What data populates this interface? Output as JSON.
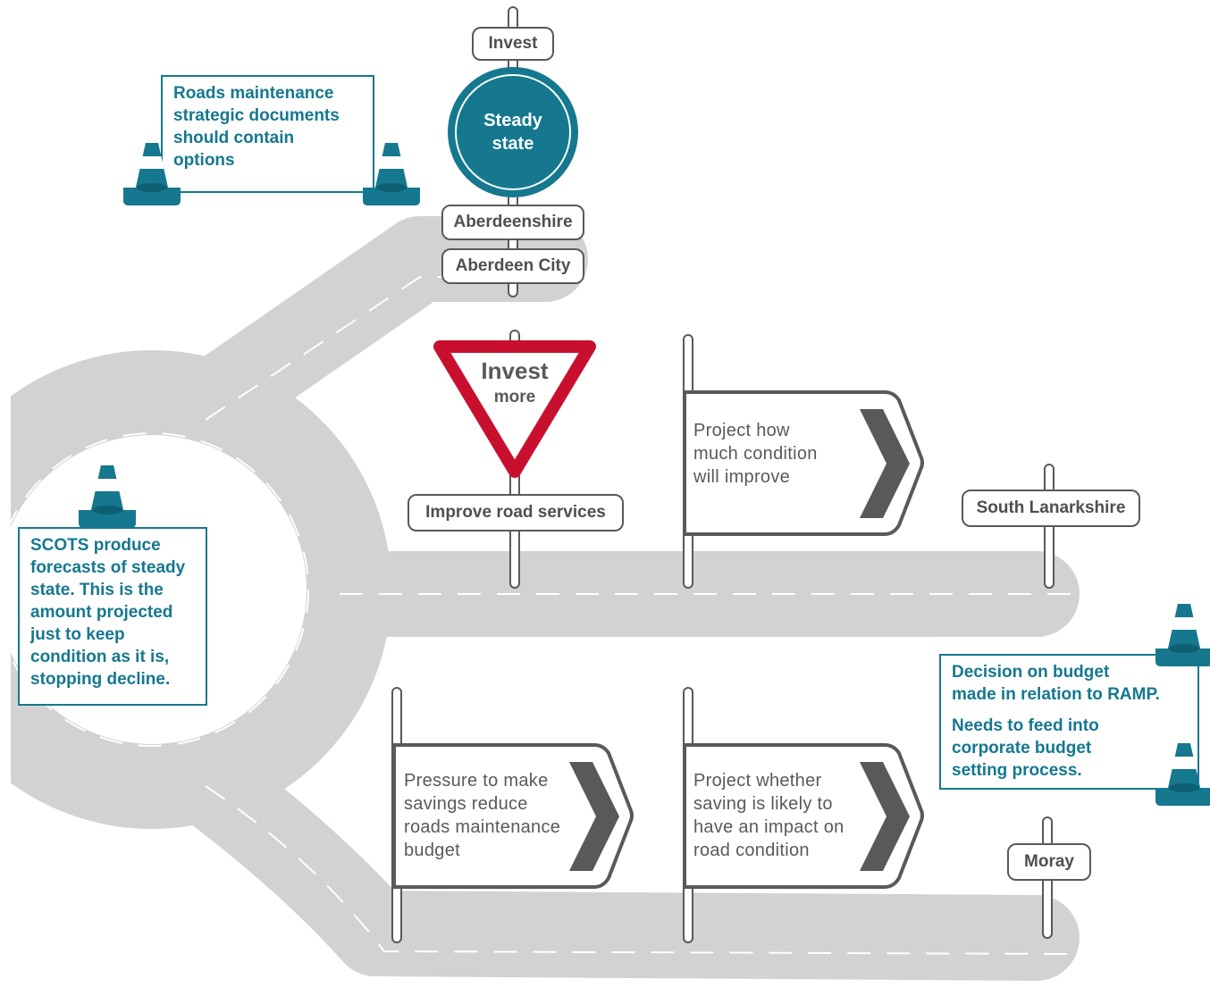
{
  "colors": {
    "road": "#d1d2d4",
    "road_marking": "#ffffff",
    "teal": "#15788f",
    "red": "#c8102e",
    "dark_grey": "#58595b",
    "chevron": "#58595b"
  },
  "signs": {
    "invest_top": "Invest",
    "steady_state": [
      "Steady",
      "state"
    ],
    "aberdeenshire": "Aberdeenshire",
    "aberdeen_city": "Aberdeen City",
    "invest_more_title": "Invest",
    "invest_more_sub": "more",
    "improve_road_services": "Improve road services",
    "south_lanarkshire": "South Lanarkshire",
    "moray": "Moray"
  },
  "arrow_signs": {
    "project_improve": [
      "Project how",
      "much condition",
      "will improve"
    ],
    "pressure_savings": [
      "Pressure to make",
      "savings reduce",
      "roads maintenance",
      "budget"
    ],
    "project_saving": [
      "Project whether",
      "saving is likely to",
      "have an impact on",
      "road condition"
    ]
  },
  "notes": {
    "strategic_docs": [
      "Roads maintenance",
      "strategic documents",
      "should contain",
      "options"
    ],
    "scots": [
      "SCOTS produce",
      "forecasts of steady",
      "state. This is the",
      "amount projected",
      "just to keep",
      "condition as it is,",
      "stopping decline."
    ],
    "decision_1": [
      "Decision on budget",
      "made in relation to RAMP."
    ],
    "decision_2": [
      "Needs to feed into",
      "corporate budget",
      "setting process."
    ]
  },
  "icons": [
    "traffic-cone-icon",
    "chevron-right-icon",
    "give-way-sign-icon",
    "round-sign-icon"
  ]
}
